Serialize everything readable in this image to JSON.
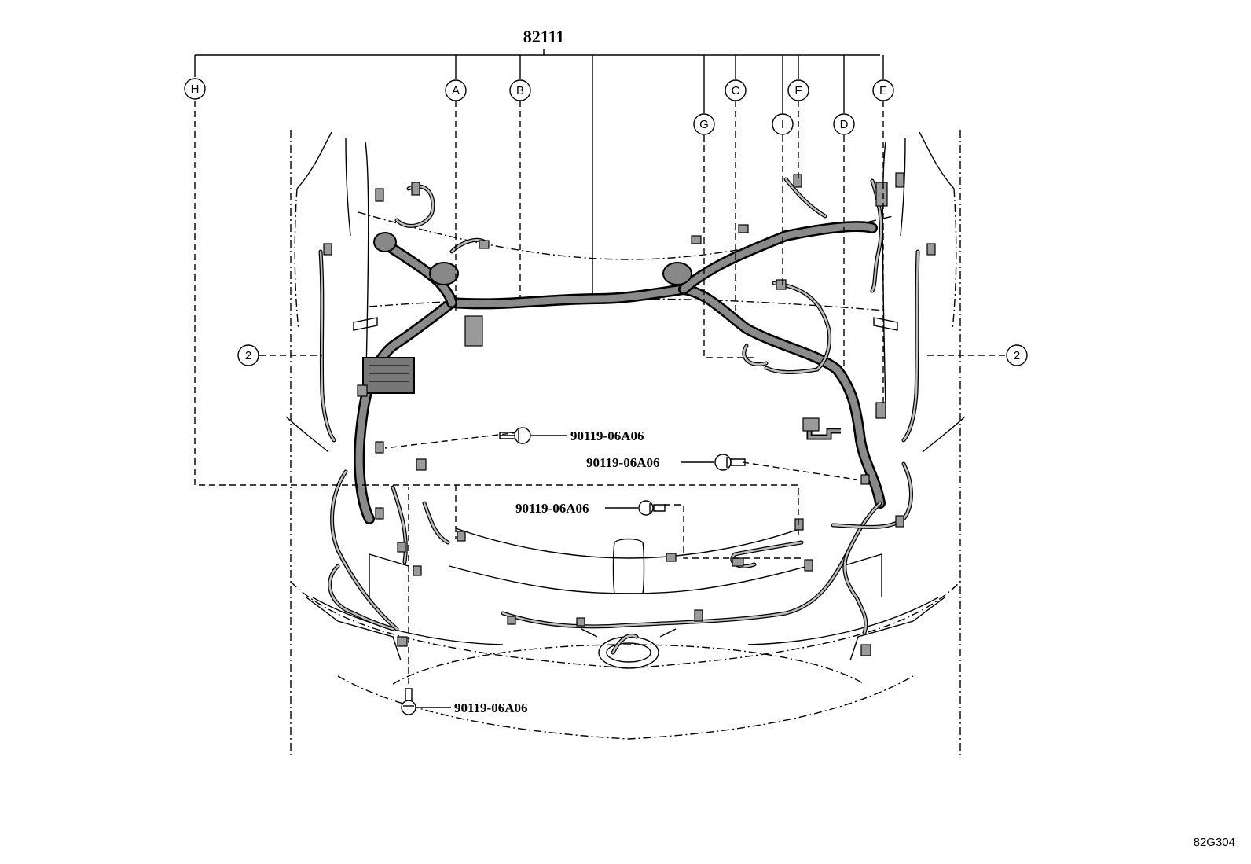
{
  "diagram": {
    "main_part_number": "82111",
    "callouts": [
      {
        "letter": "H"
      },
      {
        "letter": "A"
      },
      {
        "letter": "B"
      },
      {
        "letter": "G"
      },
      {
        "letter": "C"
      },
      {
        "letter": "I"
      },
      {
        "letter": "F"
      },
      {
        "letter": "D"
      },
      {
        "letter": "E"
      }
    ],
    "side_refs": [
      {
        "label": "2"
      },
      {
        "label": "2"
      }
    ],
    "bolts": [
      {
        "part_number": "90119-06A06"
      },
      {
        "part_number": "90119-06A06"
      },
      {
        "part_number": "90119-06A06"
      },
      {
        "part_number": "90119-06A06"
      }
    ],
    "figure_code": "82G304"
  }
}
